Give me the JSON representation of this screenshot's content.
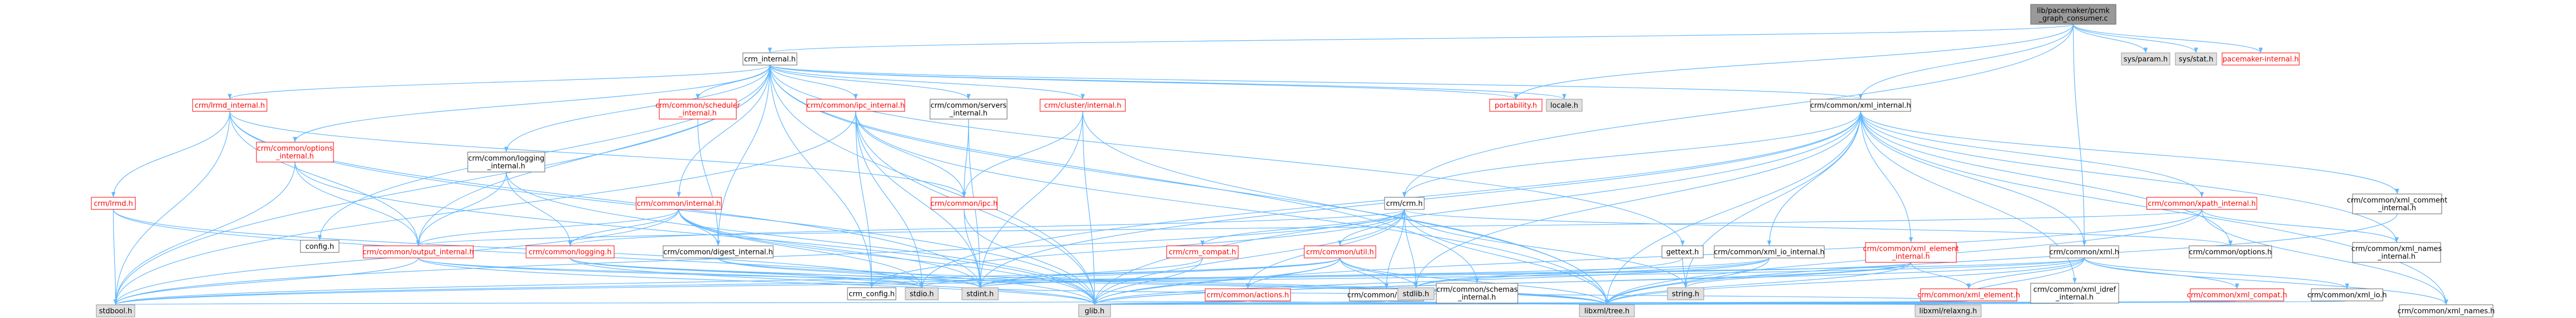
{
  "colors": {
    "root_fill": "#999999",
    "root_border": "#666666",
    "plain_fill": "#ffffff",
    "plain_border": "#666666",
    "plain_text": "#000000",
    "link_fill": "#ffffff",
    "link_border": "#ff0000",
    "link_text": "#ff0000",
    "system_fill": "#e0e0e0",
    "system_border": "#999999",
    "system_text": "#000000",
    "edge": "#63b8ff"
  },
  "nodes": [
    {
      "id": "root",
      "kind": "root",
      "lines": [
        "lib/pacemaker/pcmk",
        "_graph_consumer.c"
      ]
    },
    {
      "id": "crm_internal",
      "kind": "plain",
      "lines": [
        "crm_internal.h"
      ]
    },
    {
      "id": "sys_param",
      "kind": "system",
      "lines": [
        "sys/param.h"
      ]
    },
    {
      "id": "sys_stat",
      "kind": "system",
      "lines": [
        "sys/stat.h"
      ]
    },
    {
      "id": "pacemaker_internal",
      "kind": "link",
      "lines": [
        "pacemaker-internal.h"
      ]
    },
    {
      "id": "lrmd_internal",
      "kind": "link",
      "lines": [
        "crm/lrmd_internal.h"
      ]
    },
    {
      "id": "scheduler_internal",
      "kind": "link",
      "lines": [
        "crm/common/scheduler",
        "_internal.h"
      ]
    },
    {
      "id": "ipc_internal",
      "kind": "link",
      "lines": [
        "crm/common/ipc_internal.h"
      ]
    },
    {
      "id": "servers_internal",
      "kind": "plain",
      "lines": [
        "crm/common/servers",
        "_internal.h"
      ]
    },
    {
      "id": "cluster_internal",
      "kind": "link",
      "lines": [
        "crm/cluster/internal.h"
      ]
    },
    {
      "id": "portability",
      "kind": "link",
      "lines": [
        "portability.h"
      ]
    },
    {
      "id": "locale",
      "kind": "system",
      "lines": [
        "locale.h"
      ]
    },
    {
      "id": "xml_internal",
      "kind": "plain",
      "lines": [
        "crm/common/xml_internal.h"
      ]
    },
    {
      "id": "options_internal",
      "kind": "link",
      "lines": [
        "crm/common/options",
        "_internal.h"
      ]
    },
    {
      "id": "lrmd",
      "kind": "link",
      "lines": [
        "crm/lrmd.h"
      ]
    },
    {
      "id": "logging_internal",
      "kind": "plain",
      "lines": [
        "crm/common/logging",
        "_internal.h"
      ]
    },
    {
      "id": "common_internal",
      "kind": "link",
      "lines": [
        "crm/common/internal.h"
      ]
    },
    {
      "id": "ipc",
      "kind": "link",
      "lines": [
        "crm/common/ipc.h"
      ]
    },
    {
      "id": "crm",
      "kind": "plain",
      "lines": [
        "crm/crm.h"
      ]
    },
    {
      "id": "xpath_internal",
      "kind": "link",
      "lines": [
        "crm/common/xpath_internal.h"
      ]
    },
    {
      "id": "xml_comment",
      "kind": "plain",
      "lines": [
        "crm/common/xml_comment",
        "_internal.h"
      ]
    },
    {
      "id": "config",
      "kind": "plain",
      "lines": [
        "config.h"
      ]
    },
    {
      "id": "output_internal",
      "kind": "link",
      "lines": [
        "crm/common/output_internal.h"
      ]
    },
    {
      "id": "logging",
      "kind": "link",
      "lines": [
        "crm/common/logging.h"
      ]
    },
    {
      "id": "digest_internal",
      "kind": "plain",
      "lines": [
        "crm/common/digest_internal.h"
      ]
    },
    {
      "id": "crm_compat",
      "kind": "link",
      "lines": [
        "crm/crm_compat.h"
      ]
    },
    {
      "id": "util",
      "kind": "link",
      "lines": [
        "crm/common/util.h"
      ]
    },
    {
      "id": "gettext",
      "kind": "plain",
      "lines": [
        "gettext.h"
      ]
    },
    {
      "id": "xml_io_internal",
      "kind": "plain",
      "lines": [
        "crm/common/xml_io_internal.h"
      ]
    },
    {
      "id": "xml_element_internal",
      "kind": "link",
      "lines": [
        "crm/common/xml_element",
        "_internal.h"
      ]
    },
    {
      "id": "xml_h",
      "kind": "plain",
      "lines": [
        "crm/common/xml.h"
      ]
    },
    {
      "id": "common_options",
      "kind": "plain",
      "lines": [
        "crm/common/options.h"
      ]
    },
    {
      "id": "xml_names_internal",
      "kind": "plain",
      "lines": [
        "crm/common/xml_names",
        "_internal.h"
      ]
    },
    {
      "id": "crm_config",
      "kind": "plain",
      "lines": [
        "crm_config.h"
      ]
    },
    {
      "id": "stdio",
      "kind": "system",
      "lines": [
        "stdio.h"
      ]
    },
    {
      "id": "stdint",
      "kind": "system",
      "lines": [
        "stdint.h"
      ]
    },
    {
      "id": "actions",
      "kind": "link",
      "lines": [
        "crm/common/actions.h"
      ]
    },
    {
      "id": "nvpair",
      "kind": "plain",
      "lines": [
        "crm/common/nvpair.h"
      ]
    },
    {
      "id": "stdlib",
      "kind": "system",
      "lines": [
        "stdlib.h"
      ]
    },
    {
      "id": "schemas_internal",
      "kind": "plain",
      "lines": [
        "crm/common/schemas",
        "_internal.h"
      ]
    },
    {
      "id": "string",
      "kind": "system",
      "lines": [
        "string.h"
      ]
    },
    {
      "id": "xml_element",
      "kind": "link",
      "lines": [
        "crm/common/xml_element.h"
      ]
    },
    {
      "id": "xml_idref",
      "kind": "plain",
      "lines": [
        "crm/common/xml_idref",
        "_internal.h"
      ]
    },
    {
      "id": "xml_compat",
      "kind": "link",
      "lines": [
        "crm/common/xml_compat.h"
      ]
    },
    {
      "id": "xml_io",
      "kind": "plain",
      "lines": [
        "crm/common/xml_io.h"
      ]
    },
    {
      "id": "stdbool",
      "kind": "system",
      "lines": [
        "stdbool.h"
      ]
    },
    {
      "id": "glib",
      "kind": "system",
      "lines": [
        "glib.h"
      ]
    },
    {
      "id": "libxml_tree",
      "kind": "system",
      "lines": [
        "libxml/tree.h"
      ]
    },
    {
      "id": "libxml_relaxng",
      "kind": "system",
      "lines": [
        "libxml/relaxng.h"
      ]
    },
    {
      "id": "xml_names",
      "kind": "plain",
      "lines": [
        "crm/common/xml_names.h"
      ]
    }
  ],
  "edges": [
    [
      "root",
      "crm_internal"
    ],
    [
      "root",
      "sys_param"
    ],
    [
      "root",
      "sys_stat"
    ],
    [
      "root",
      "pacemaker_internal"
    ],
    [
      "root",
      "xml_internal"
    ],
    [
      "root",
      "crm"
    ],
    [
      "root",
      "xml_h"
    ],
    [
      "root",
      "portability"
    ],
    [
      "crm_internal",
      "config"
    ],
    [
      "crm_internal",
      "portability"
    ],
    [
      "crm_internal",
      "locale"
    ],
    [
      "crm_internal",
      "gettext"
    ],
    [
      "crm_internal",
      "options_internal"
    ],
    [
      "crm_internal",
      "lrmd_internal"
    ],
    [
      "crm_internal",
      "scheduler_internal"
    ],
    [
      "crm_internal",
      "ipc_internal"
    ],
    [
      "crm_internal",
      "servers_internal"
    ],
    [
      "crm_internal",
      "cluster_internal"
    ],
    [
      "crm_internal",
      "common_internal"
    ],
    [
      "crm_internal",
      "logging_internal"
    ],
    [
      "crm_internal",
      "output_internal"
    ],
    [
      "crm_internal",
      "xml_internal"
    ],
    [
      "crm_internal",
      "digest_internal"
    ],
    [
      "crm_internal",
      "schemas_internal"
    ],
    [
      "crm_internal",
      "stdbool"
    ],
    [
      "crm_internal",
      "glib"
    ],
    [
      "crm_internal",
      "libxml_tree"
    ],
    [
      "crm_internal",
      "crm_config"
    ],
    [
      "lrmd_internal",
      "lrmd"
    ],
    [
      "lrmd_internal",
      "output_internal"
    ],
    [
      "lrmd_internal",
      "ipc"
    ],
    [
      "lrmd_internal",
      "stdint"
    ],
    [
      "lrmd_internal",
      "glib"
    ],
    [
      "lrmd_internal",
      "stdbool"
    ],
    [
      "options_internal",
      "output_internal"
    ],
    [
      "options_internal",
      "glib"
    ],
    [
      "options_internal",
      "stdbool"
    ],
    [
      "lrmd",
      "stdbool"
    ],
    [
      "lrmd",
      "glib"
    ],
    [
      "lrmd",
      "stdio"
    ],
    [
      "logging_internal",
      "output_internal"
    ],
    [
      "logging_internal",
      "logging"
    ],
    [
      "logging_internal",
      "glib"
    ],
    [
      "scheduler_internal",
      "digest_internal"
    ],
    [
      "ipc_internal",
      "ipc"
    ],
    [
      "ipc_internal",
      "stdint"
    ],
    [
      "ipc_internal",
      "stdio"
    ],
    [
      "ipc_internal",
      "glib"
    ],
    [
      "ipc_internal",
      "stdbool"
    ],
    [
      "ipc_internal",
      "crm_config"
    ],
    [
      "ipc_internal",
      "libxml_tree"
    ],
    [
      "servers_internal",
      "ipc"
    ],
    [
      "servers_internal",
      "stdint"
    ],
    [
      "cluster_internal",
      "ipc"
    ],
    [
      "cluster_internal",
      "stdint"
    ],
    [
      "cluster_internal",
      "glib"
    ],
    [
      "cluster_internal",
      "libxml_tree"
    ],
    [
      "common_internal",
      "output_internal"
    ],
    [
      "common_internal",
      "logging"
    ],
    [
      "common_internal",
      "digest_internal"
    ],
    [
      "common_internal",
      "stdint"
    ],
    [
      "common_internal",
      "glib"
    ],
    [
      "common_internal",
      "stdbool"
    ],
    [
      "common_internal",
      "stdio"
    ],
    [
      "ipc",
      "stdint"
    ],
    [
      "ipc",
      "glib"
    ],
    [
      "crm",
      "crm_config"
    ],
    [
      "crm",
      "stdlib"
    ],
    [
      "crm",
      "glib"
    ],
    [
      "crm",
      "stdbool"
    ],
    [
      "crm",
      "string"
    ],
    [
      "crm",
      "libxml_tree"
    ],
    [
      "crm",
      "logging"
    ],
    [
      "crm",
      "util"
    ],
    [
      "crm",
      "crm_compat"
    ],
    [
      "crm",
      "actions"
    ],
    [
      "crm",
      "nvpair"
    ],
    [
      "crm",
      "common_options"
    ],
    [
      "output_internal",
      "stdio"
    ],
    [
      "output_internal",
      "libxml_tree"
    ],
    [
      "output_internal",
      "glib"
    ],
    [
      "output_internal",
      "stdbool"
    ],
    [
      "logging",
      "stdio"
    ],
    [
      "logging",
      "stdint"
    ],
    [
      "logging",
      "glib"
    ],
    [
      "logging",
      "libxml_tree"
    ],
    [
      "digest_internal",
      "libxml_tree"
    ],
    [
      "digest_internal",
      "stdint"
    ],
    [
      "crm_compat",
      "glib"
    ],
    [
      "crm_compat",
      "stdint"
    ],
    [
      "util",
      "actions"
    ],
    [
      "util",
      "nvpair"
    ],
    [
      "util",
      "stdint"
    ],
    [
      "util",
      "stdlib"
    ],
    [
      "util",
      "stdbool"
    ],
    [
      "util",
      "glib"
    ],
    [
      "util",
      "libxml_tree"
    ],
    [
      "util",
      "stdio"
    ],
    [
      "actions",
      "glib"
    ],
    [
      "actions",
      "stdbool"
    ],
    [
      "actions",
      "libxml_tree"
    ],
    [
      "nvpair",
      "glib"
    ],
    [
      "nvpair",
      "libxml_tree"
    ],
    [
      "gettext",
      "string"
    ],
    [
      "gettext",
      "stdlib"
    ],
    [
      "schemas_internal",
      "glib"
    ],
    [
      "schemas_internal",
      "libxml_tree"
    ],
    [
      "schemas_internal",
      "libxml_relaxng"
    ],
    [
      "xml_internal",
      "crm"
    ],
    [
      "xml_internal",
      "xml_h"
    ],
    [
      "xml_internal",
      "xml_io_internal"
    ],
    [
      "xml_internal",
      "xml_element_internal"
    ],
    [
      "xml_internal",
      "xpath_internal"
    ],
    [
      "xml_internal",
      "xml_comment"
    ],
    [
      "xml_internal",
      "xml_names_internal"
    ],
    [
      "xml_internal",
      "xml_idref"
    ],
    [
      "xml_internal",
      "xml_names"
    ],
    [
      "xml_internal",
      "stdlib"
    ],
    [
      "xml_internal",
      "string"
    ],
    [
      "xml_internal",
      "stdint"
    ],
    [
      "xml_internal",
      "libxml_tree"
    ],
    [
      "xml_internal",
      "glib"
    ],
    [
      "xml_internal",
      "stdio"
    ],
    [
      "xml_internal",
      "common_options"
    ],
    [
      "xml_io_internal",
      "stdbool"
    ],
    [
      "xml_io_internal",
      "glib"
    ],
    [
      "xml_io_internal",
      "libxml_tree"
    ],
    [
      "xml_io_internal",
      "stdlib"
    ],
    [
      "xml_element_internal",
      "xml_element"
    ],
    [
      "xml_element_internal",
      "stdint"
    ],
    [
      "xml_element_internal",
      "glib"
    ],
    [
      "xml_element_internal",
      "libxml_tree"
    ],
    [
      "xml_element_internal",
      "string"
    ],
    [
      "xpath_internal",
      "output_internal"
    ],
    [
      "xpath_internal",
      "xml_names"
    ],
    [
      "xpath_internal",
      "glib"
    ],
    [
      "xpath_internal",
      "libxml_tree"
    ],
    [
      "xpath_internal",
      "xml_names_internal"
    ],
    [
      "xml_h",
      "xml_element"
    ],
    [
      "xml_h",
      "xml_compat"
    ],
    [
      "xml_h",
      "xml_io"
    ],
    [
      "xml_h",
      "xml_names"
    ],
    [
      "xml_h",
      "stdbool"
    ],
    [
      "xml_h",
      "glib"
    ],
    [
      "xml_h",
      "libxml_tree"
    ],
    [
      "xml_h",
      "libxml_relaxng"
    ],
    [
      "xml_h",
      "stdint"
    ],
    [
      "xml_element",
      "glib"
    ],
    [
      "xml_element",
      "libxml_tree"
    ],
    [
      "xml_element",
      "stdint"
    ],
    [
      "xml_compat",
      "glib"
    ],
    [
      "xml_compat",
      "libxml_tree"
    ],
    [
      "xml_io",
      "libxml_tree"
    ],
    [
      "xml_comment",
      "libxml_tree"
    ],
    [
      "xml_idref",
      "glib"
    ],
    [
      "xml_idref",
      "libxml_tree"
    ]
  ]
}
